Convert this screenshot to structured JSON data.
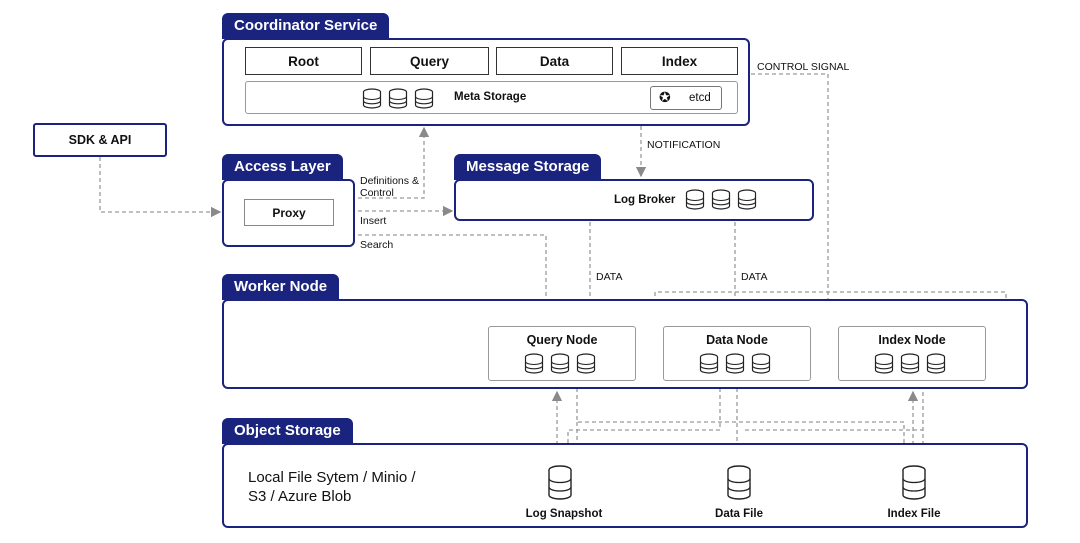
{
  "coordinator": {
    "title": "Coordinator Service",
    "roles": [
      "Root",
      "Query",
      "Data",
      "Index"
    ],
    "meta_storage": "Meta Storage",
    "etcd": "etcd"
  },
  "sdk": "SDK & API",
  "access": {
    "title": "Access Layer",
    "proxy": "Proxy"
  },
  "message": {
    "title": "Message Storage",
    "log_broker": "Log Broker"
  },
  "worker": {
    "title": "Worker Node",
    "nodes": [
      "Query Node",
      "Data Node",
      "Index Node"
    ]
  },
  "object": {
    "title": "Object Storage",
    "desc_line1": "Local File Sytem / Minio /",
    "desc_line2": "S3 / Azure Blob",
    "stores": [
      "Log Snapshot",
      "Data File",
      "Index File"
    ]
  },
  "labels": {
    "control_signal": "CONTROL SIGNAL",
    "notification": "NOTIFICATION",
    "definitions_line1": "Definitions &",
    "definitions_line2": "Control",
    "insert": "Insert",
    "search": "Search",
    "data_left": "DATA",
    "data_right": "DATA"
  },
  "colors": {
    "primary": "#1a237e",
    "arrow": "#8a8a8a"
  }
}
